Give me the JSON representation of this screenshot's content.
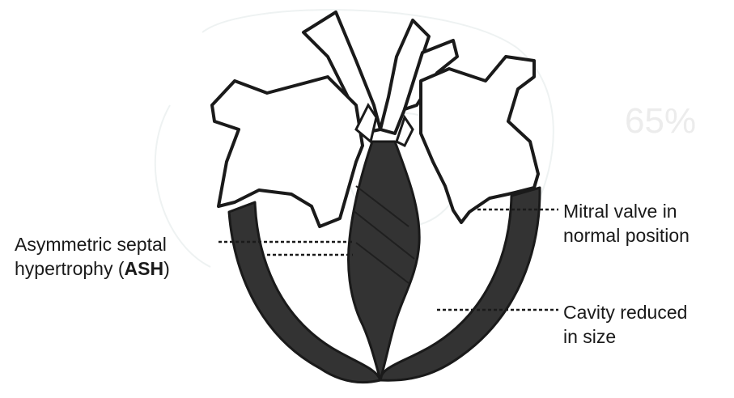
{
  "watermark": "65%",
  "labels": {
    "ash_line1": "Asymmetric septal",
    "ash_line2_prefix": "hypertrophy (",
    "ash_line2_bold": "ASH",
    "ash_line2_suffix": ")",
    "mitral_line1": "Mitral valve in",
    "mitral_line2": "normal position",
    "cavity_line1": "Cavity reduced",
    "cavity_line2": "in size"
  },
  "colors": {
    "myocardium": "#333333",
    "outline": "#1a1a1a",
    "background": "#ffffff",
    "text": "#1a1a1a"
  }
}
